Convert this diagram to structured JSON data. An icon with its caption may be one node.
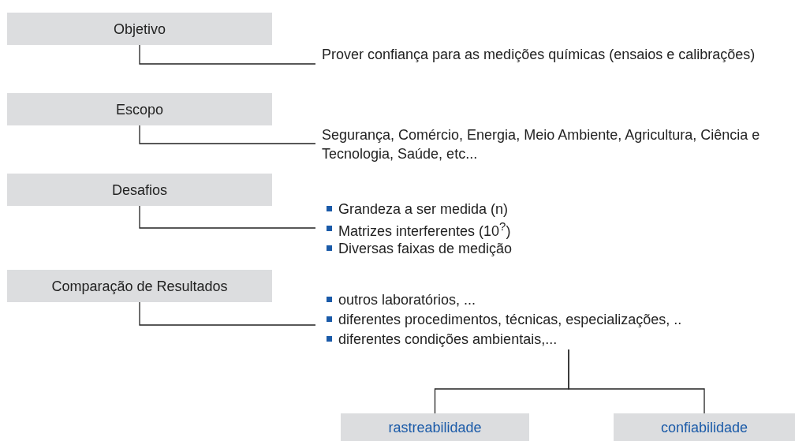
{
  "diagram": {
    "nodes": [
      {
        "text": [
          "Objetivo"
        ]
      },
      {
        "text": [
          "Prover confiança para as medições químicas (ensaios e calibrações)"
        ]
      },
      {
        "text": [
          "Escopo"
        ]
      },
      {
        "text": [
          "Segurança, Comércio, Energia, Meio Ambiente, Agricultura, Ciência e Tecnologia, Saúde, etc..."
        ]
      },
      {
        "text": [
          "Desafios"
        ]
      },
      {
        "text": [
          "Grandeza a ser medida (n)",
          "Matrizes interferentes (10$^{?}$)",
          "Diversas faixas de medição"
        ]
      },
      {
        "text": [
          "Comparação de Resultados"
        ]
      },
      {
        "text": [
          "outros laboratórios, ...",
          "diferentes procedimentos, técnicas, especializações, ..",
          "diferentes condições ambientais,..."
        ]
      },
      {
        "text": [
          "rastreabilidade"
        ]
      },
      {
        "text": [
          "confiabilidade"
        ]
      }
    ],
    "edges": [
      {
        "from": 0,
        "to": 1,
        "arrow": "none"
      },
      {
        "from": 2,
        "to": 3,
        "arrow": "none"
      },
      {
        "from": 4,
        "to": 5,
        "arrow": "none"
      },
      {
        "from": 6,
        "to": 7,
        "arrow": "none"
      },
      {
        "from": 7,
        "to": 8,
        "arrow": "none"
      },
      {
        "from": 7,
        "to": 9,
        "arrow": "none"
      }
    ]
  }
}
